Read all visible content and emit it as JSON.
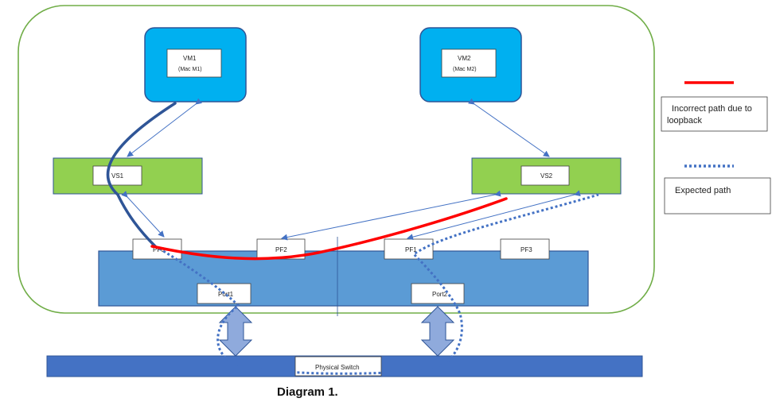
{
  "diagram": {
    "caption": "Diagram 1.",
    "vm1": {
      "name": "VM1",
      "mac": "(Mac M1)"
    },
    "vm2": {
      "name": "VM2",
      "mac": "(Mac M2)"
    },
    "vs1": {
      "label": "VS1"
    },
    "vs2": {
      "label": "VS2"
    },
    "pf_labels": {
      "pf0": "PF0",
      "pf2": "PF2",
      "pf1": "PF1",
      "pf3": "PF3"
    },
    "ports": {
      "port1": "Port1",
      "port2": "Port2"
    },
    "physical_switch": "Physical Switch",
    "legend": {
      "incorrect_line1": "Incorrect path due to",
      "incorrect_line2": "loopback",
      "expected": "Expected path"
    },
    "colors": {
      "host_border": "#70ad47",
      "vm_fill": "#00b0f0",
      "vm_border": "#2f5597",
      "vs_fill": "#92d050",
      "nic_fill": "#5b9bd5",
      "nic_border": "#2f5597",
      "switch_fill": "#4472c4",
      "incorrect_path": "#ff0000",
      "expected_path": "#4472c4",
      "vm1_path": "#2f5597",
      "connector": "#4472c4",
      "double_arrow_fill": "#8faadc"
    }
  }
}
